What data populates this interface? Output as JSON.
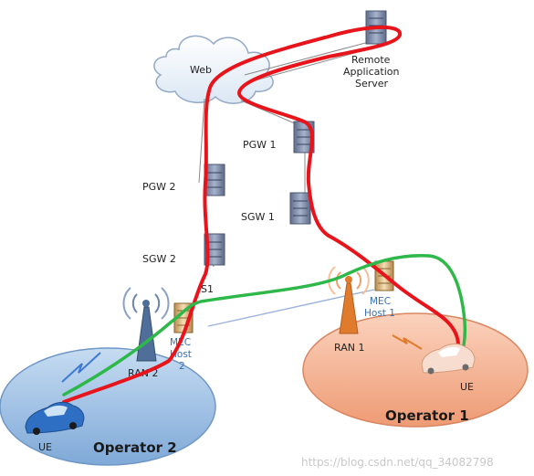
{
  "labels": {
    "web": "Web",
    "remote_server_l1": "Remote",
    "remote_server_l2": "Application",
    "remote_server_l3": "Server",
    "pgw1": "PGW 1",
    "sgw1": "SGW 1",
    "pgw2": "PGW 2",
    "sgw2": "SGW 2",
    "s1": "S1",
    "mec1_l1": "MEC",
    "mec1_l2": "Host 1",
    "mec2_l1": "MEC",
    "mec2_l2": "Host",
    "mec2_l3": "2",
    "ran1": "RAN 1",
    "ran2": "RAN 2",
    "ue_op1": "UE",
    "ue_op2": "UE",
    "operator1": "Operator 1",
    "operator2": "Operator 2"
  },
  "watermark": "https://blog.csdn.net/qq_34082798",
  "colors": {
    "operator1_zone": "#f2a27e",
    "operator2_zone": "#8fb6e0",
    "path_red": "#e8141b",
    "path_green": "#2fb84a",
    "mec_link": "#9bb3dc",
    "server": "#7c8aa8",
    "tower2": "#4f6f9a",
    "tower1": "#e07a2c"
  }
}
